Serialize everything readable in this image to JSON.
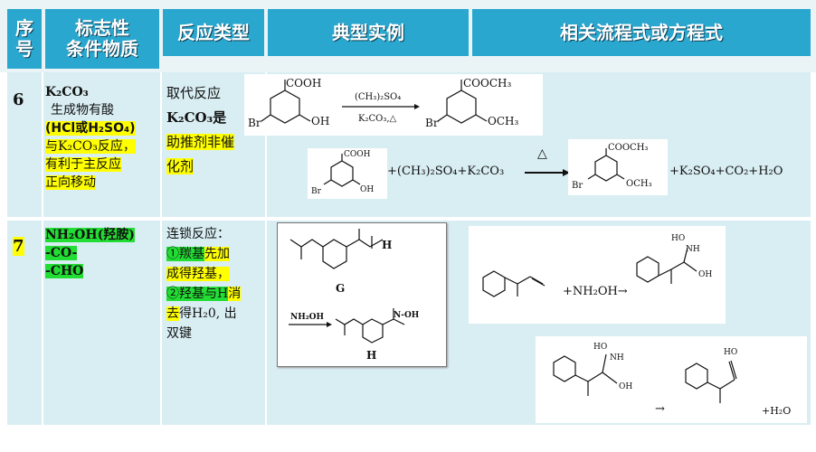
{
  "header": {
    "col_no": [
      "序",
      "号"
    ],
    "col_condition": [
      "标志性",
      "条件物质"
    ],
    "col_type": "反应类型",
    "col_example": "典型实例",
    "col_equation": "相关流程式或方程式"
  },
  "rows": [
    {
      "no": "6",
      "condition": {
        "line1": "K₂CO₃",
        "line2": "生成物有酸",
        "line3": "(HCl或H₂SO₄)",
        "line4": "与K₂CO₃反应，",
        "line5": "有利于主反应",
        "line6": "正向移动"
      },
      "type": {
        "line1": "取代反应",
        "line2": "K₂CO₃是",
        "line3": "助推剂非催",
        "line4": "化剂"
      },
      "example": {
        "reactant_acid": "COOH",
        "reactant_oh": "OH",
        "reactant_br": "Br",
        "arrow_top": "(CH₃)₂SO₄",
        "arrow_bottom": "K₂CO₃,△",
        "product_ester": "COOCH₃",
        "product_ome": "OCH₃",
        "product_br": "Br"
      },
      "equation": {
        "reactants_rest": "+(CH₃)₂SO₄+K₂CO₃",
        "condition": "△",
        "products_rest": "+K₂SO₄+CO₂+H₂O"
      }
    },
    {
      "no": "7",
      "condition": {
        "line1": "NH₂OH(羟胺)",
        "line2": "-CO-",
        "line3": "-CHO"
      },
      "type": {
        "line1": "连锁反应：",
        "line2a": "①羰基",
        "line2b": "先加",
        "line3": "成得羟基，",
        "line4a": "②羟基与H",
        "line4b": "消",
        "line5a": "去",
        "line5b": "得H₂0, 出",
        "line6": "双键"
      },
      "example": {
        "label_g": "G",
        "label_h": "H",
        "reagent": "NH₂OH",
        "ald_h": "H",
        "oxime": "N-OH"
      },
      "equation": {
        "step1_reagent": "+NH₂OH→",
        "ho": "HO",
        "nh": "NH",
        "oh": "OH",
        "arrow": "→",
        "water": "+H₂O"
      }
    }
  ]
}
